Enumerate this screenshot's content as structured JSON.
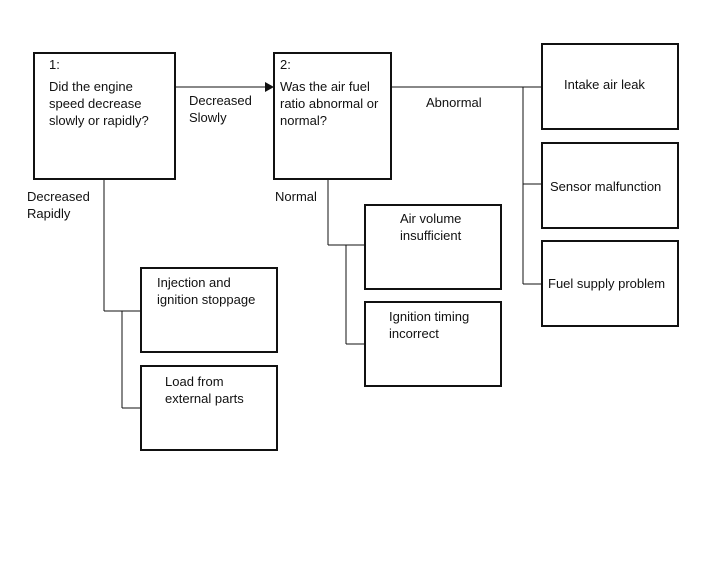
{
  "node1": {
    "number": "1:",
    "question": "Did the engine\nspeed decrease\nslowly or rapidly?"
  },
  "node2": {
    "number": "2:",
    "question": "Was the air fuel\nratio abnormal or\nnormal?"
  },
  "edges": {
    "decreased_slowly": "Decreased\nSlowly",
    "decreased_rapidly": "Decreased\nRapidly",
    "abnormal": "Abnormal",
    "normal": "Normal"
  },
  "causes": {
    "intake_air_leak": "Intake air leak",
    "sensor_malfunction": "Sensor malfunction",
    "fuel_supply_problem": "Fuel supply problem",
    "air_volume_insufficient": "Air volume\ninsufficient",
    "ignition_timing_incorrect": "Ignition timing\nincorrect",
    "injection_ignition_stoppage": "Injection and\nignition stoppage",
    "load_external_parts": "Load from\nexternal parts"
  }
}
